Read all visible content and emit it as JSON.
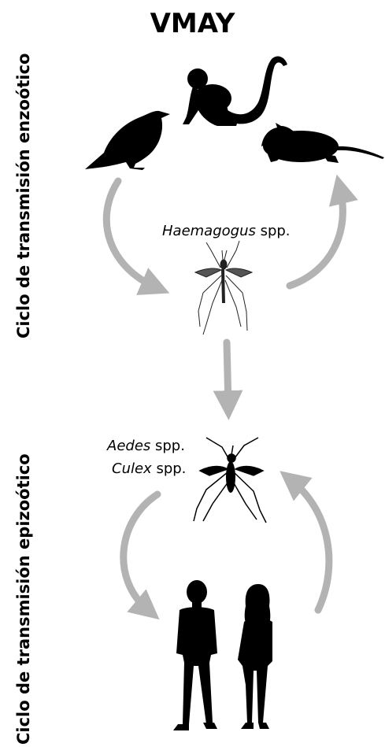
{
  "title": "VMAY",
  "cycles": {
    "enzootic_label": "Ciclo de transmisión enzoótico",
    "epizootic_label": "Ciclo de transmisión epizoótico"
  },
  "vectors": {
    "haemagogus": {
      "genus": "Haemagogus",
      "suffix": " spp."
    },
    "aedes": {
      "genus": "Aedes",
      "suffix": " spp."
    },
    "culex": {
      "genus": "Culex",
      "suffix": " spp."
    }
  },
  "colors": {
    "arrow": "#b3b3b3",
    "silhouette": "#000000"
  },
  "icons": [
    "bird-icon",
    "monkey-icon",
    "rat-icon",
    "mosquito-icon",
    "mosquito-icon",
    "man-icon",
    "woman-icon"
  ]
}
